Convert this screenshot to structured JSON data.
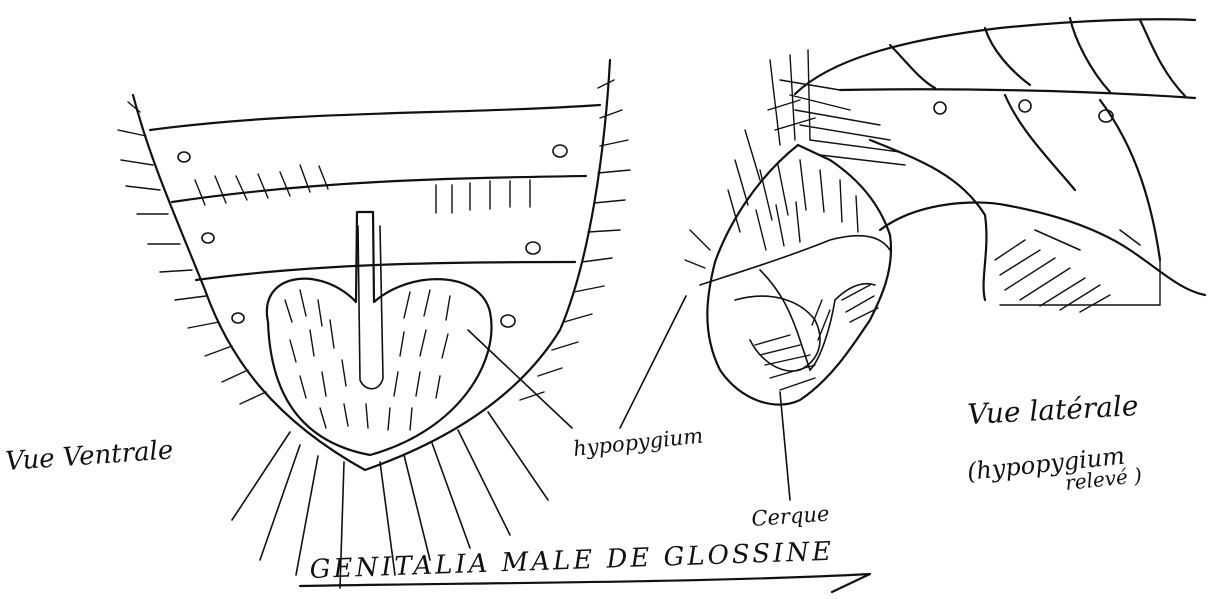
{
  "labels": {
    "ventral_view": "Vue Ventrale",
    "lateral_view": "Vue latérale",
    "lateral_note_line1": "(hypopygium",
    "lateral_note_line2": "relevé )",
    "hypopygium": "hypopygium",
    "cerque": "Cerque",
    "title": "GENITALIA MALE DE GLOSSINE"
  },
  "colors": {
    "ink": "#111111",
    "paper": "#ffffff"
  }
}
